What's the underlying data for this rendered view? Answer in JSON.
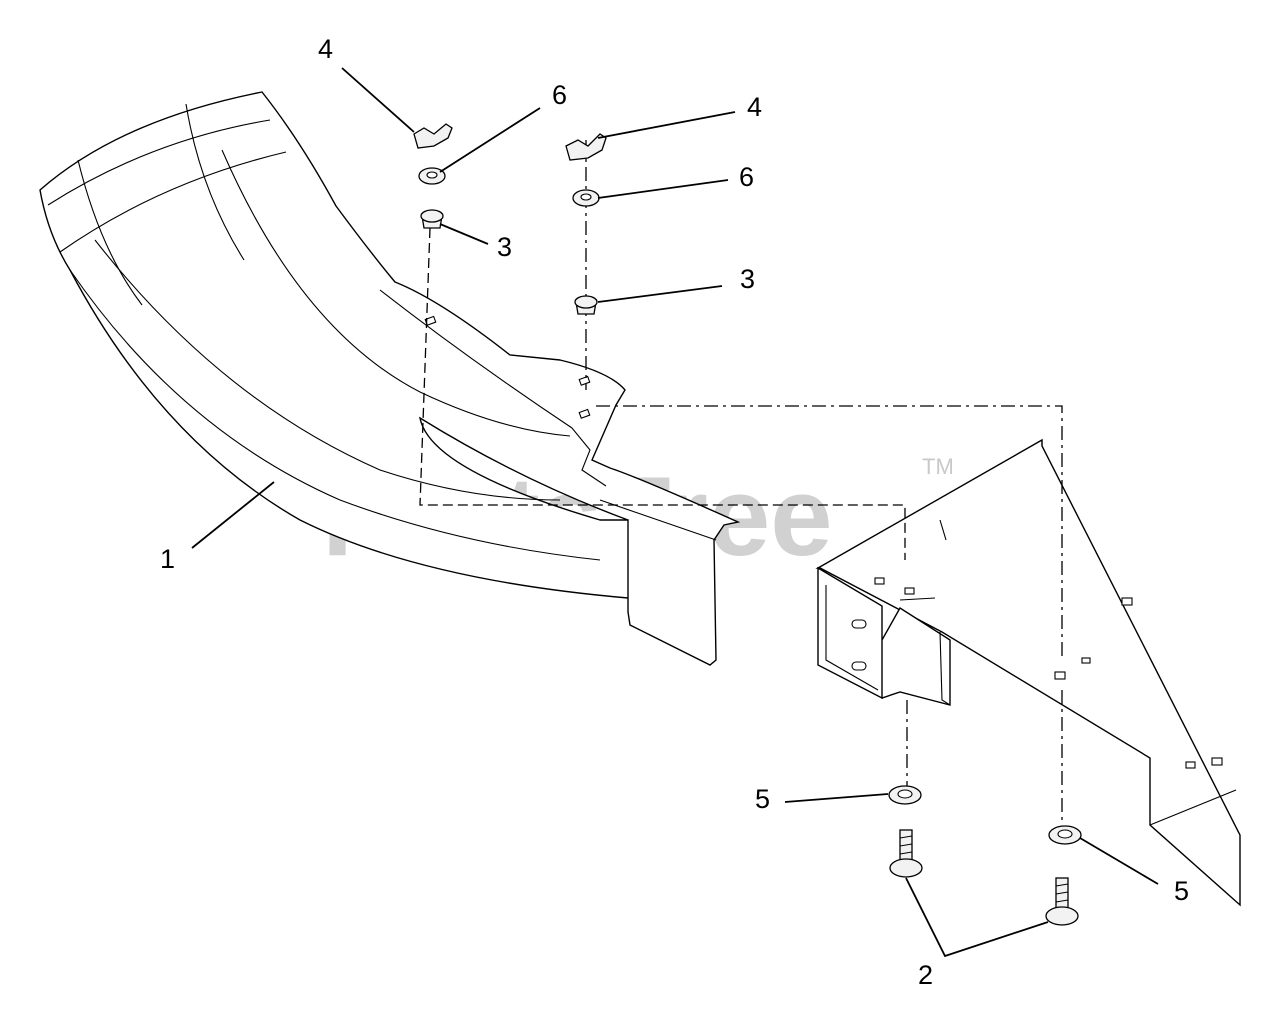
{
  "diagram": {
    "watermark": "PartsTree",
    "watermark_mark": "TM",
    "callouts": [
      {
        "id": "c4a",
        "label": "4"
      },
      {
        "id": "c6a",
        "label": "6"
      },
      {
        "id": "c3a",
        "label": "3"
      },
      {
        "id": "c4b",
        "label": "4"
      },
      {
        "id": "c6b",
        "label": "6"
      },
      {
        "id": "c3b",
        "label": "3"
      },
      {
        "id": "c1",
        "label": "1"
      },
      {
        "id": "c5a",
        "label": "5"
      },
      {
        "id": "c5b",
        "label": "5"
      },
      {
        "id": "c2",
        "label": "2"
      }
    ]
  }
}
